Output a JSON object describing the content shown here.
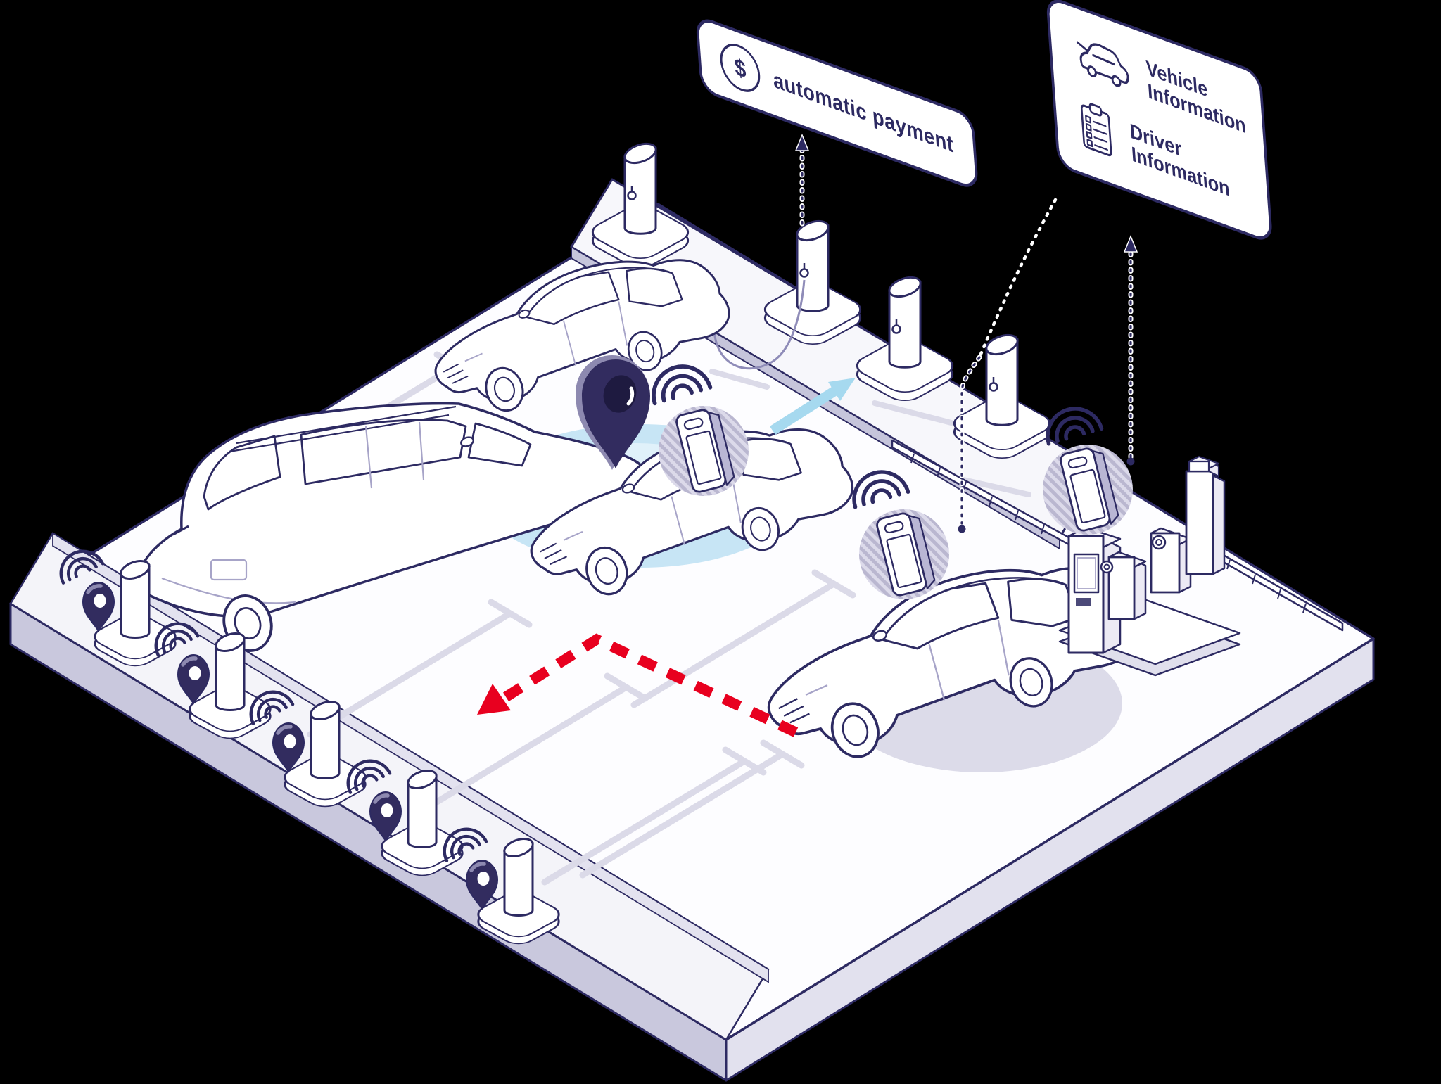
{
  "illustration": {
    "type": "isometric smart parking system diagram",
    "background_color": "#000000",
    "outline_color": "#2d2a62",
    "colors": {
      "red_route": "#e8001f",
      "blue_direction": "#a6d9ef",
      "radar_fill": "#cfe9f6",
      "pin_fill": "#322c5f",
      "pin_highlight": "#8d89b0",
      "stall_line": "#dbdae8",
      "hatch_stripe": "#b6b3cd"
    }
  },
  "callouts": {
    "payment": {
      "icon": "dollar-circle-icon",
      "icon_glyph": "$",
      "label": "automatic payment"
    },
    "info": {
      "items": [
        {
          "icon": "car-icon",
          "label": "Vehicle Information"
        },
        {
          "icon": "clipboard-icon",
          "label": "Driver Information"
        }
      ]
    }
  },
  "scene_icons": [
    "location-pin-icon",
    "wifi-signal-icon",
    "smartphone-icon",
    "dollar-circle-icon",
    "car-icon",
    "clipboard-icon"
  ]
}
